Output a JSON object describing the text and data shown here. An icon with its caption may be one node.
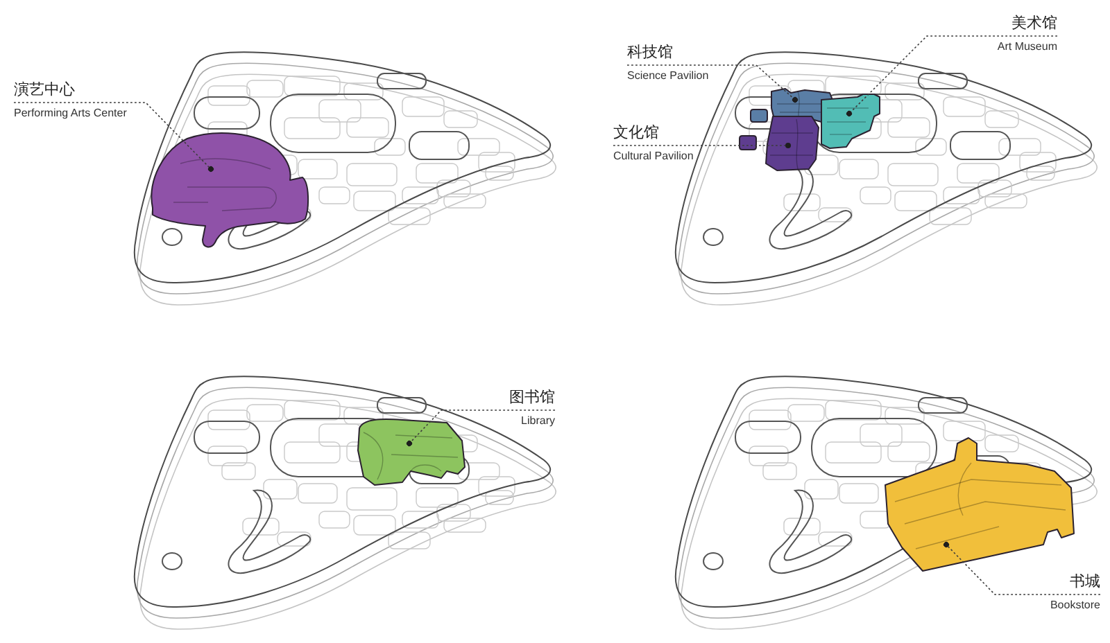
{
  "diagram": {
    "nodes": [
      {
        "text": [
          "演艺中心",
          "Performing Arts Center"
        ]
      },
      {
        "text": [],
        "shape": "block"
      },
      {
        "text": [
          "科技馆",
          "Science Pavilion"
        ]
      },
      {
        "text": [],
        "shape": "block"
      },
      {
        "text": [
          "文化馆",
          "Cultural Pavilion"
        ]
      },
      {
        "text": [],
        "shape": "block"
      },
      {
        "text": [
          "美术馆",
          "Art Museum"
        ]
      },
      {
        "text": [],
        "shape": "block"
      },
      {
        "text": [
          "图书馆",
          "Library"
        ]
      },
      {
        "text": [],
        "shape": "block"
      },
      {
        "text": [
          "书城",
          "Bookstore"
        ]
      },
      {
        "text": [],
        "shape": "block"
      }
    ],
    "edges": [
      {
        "from": 0,
        "to": 1,
        "arrow": "other",
        "style": "dashed"
      },
      {
        "from": 2,
        "to": 3,
        "arrow": "other",
        "style": "dashed"
      },
      {
        "from": 4,
        "to": 5,
        "arrow": "other",
        "style": "dashed"
      },
      {
        "from": 6,
        "to": 7,
        "arrow": "other",
        "style": "dashed"
      },
      {
        "from": 8,
        "to": 9,
        "arrow": "other",
        "style": "dashed"
      },
      {
        "from": 10,
        "to": 11,
        "arrow": "other",
        "style": "dashed"
      }
    ]
  }
}
